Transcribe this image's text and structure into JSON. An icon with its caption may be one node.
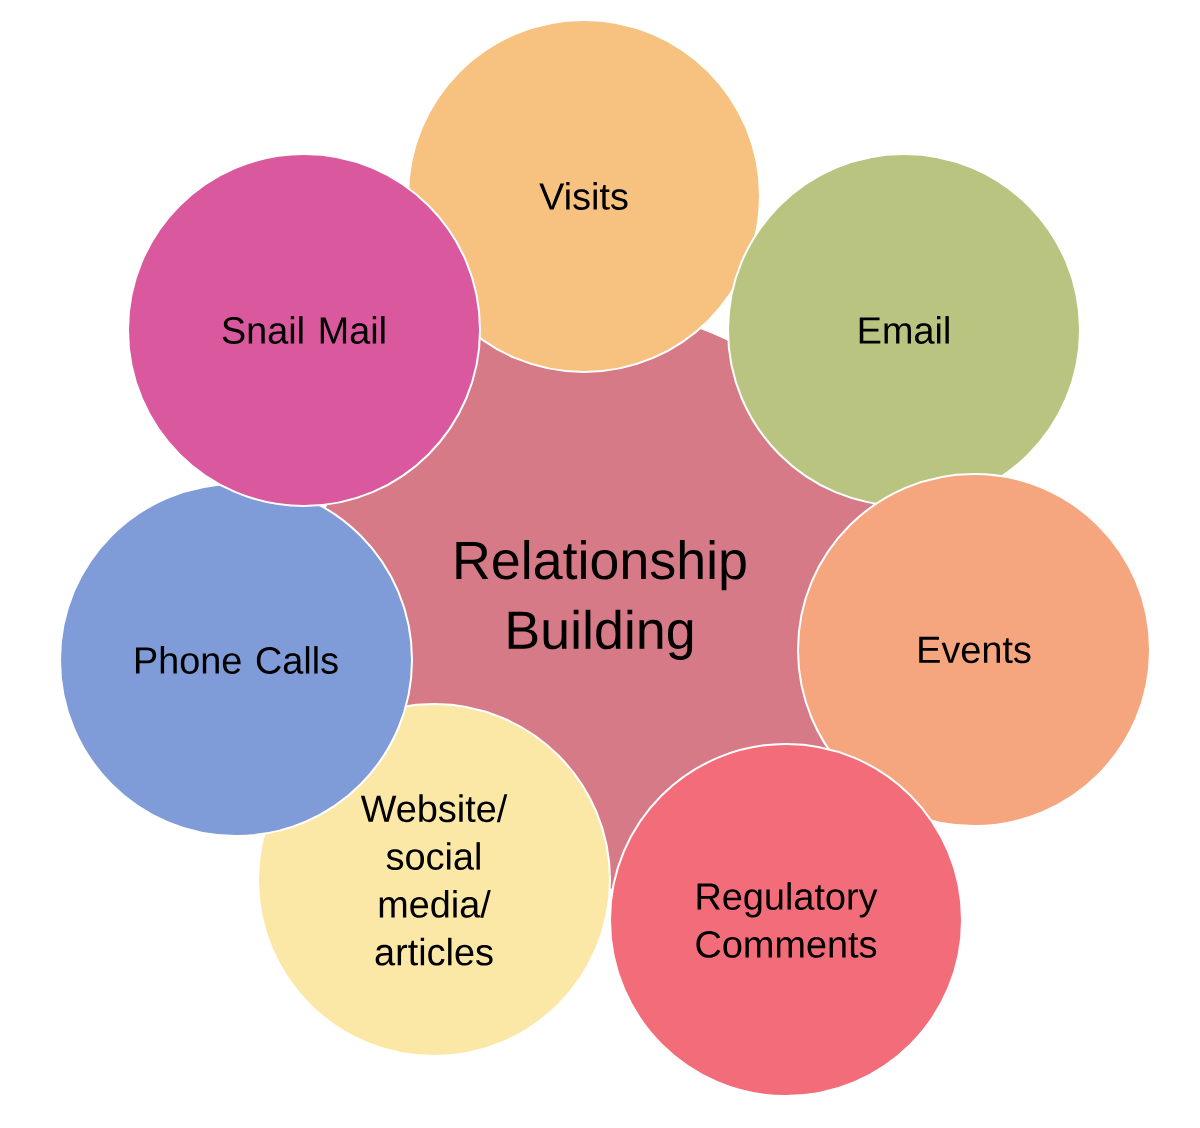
{
  "diagram": {
    "nodes": [
      {
        "text": [
          "Relationship Building"
        ]
      },
      {
        "text": [
          "Visits"
        ]
      },
      {
        "text": [
          "Snail Mail"
        ]
      },
      {
        "text": [
          "Email"
        ]
      },
      {
        "text": [
          "Phone Calls"
        ]
      },
      {
        "text": [
          "Events"
        ]
      },
      {
        "text": [
          "Website/ social media/ articles"
        ]
      },
      {
        "text": [
          "Regulatory Comments"
        ]
      }
    ]
  }
}
